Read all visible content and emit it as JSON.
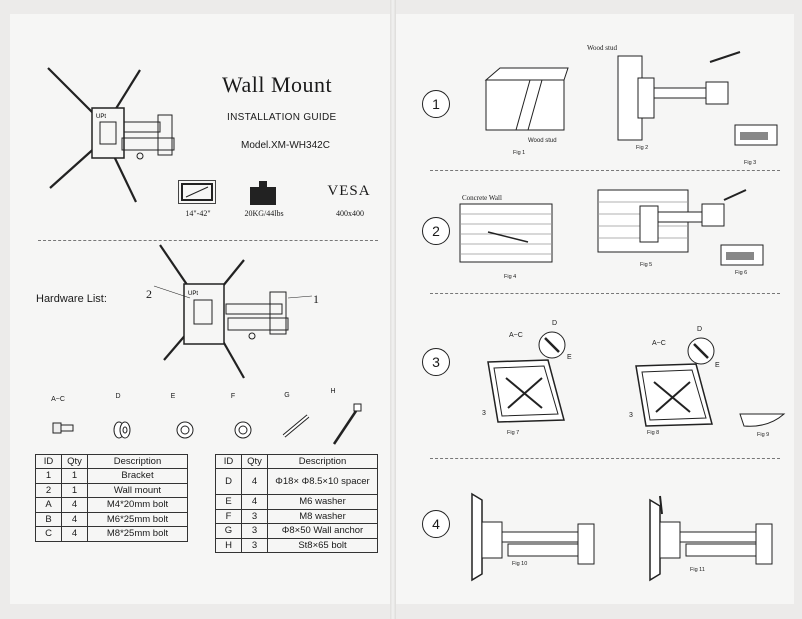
{
  "title": "Wall Mount",
  "subtitle": "INSTALLATION GUIDE",
  "model": "Model.XM-WH342C",
  "specs": [
    {
      "icon": "screen-size-icon",
      "caption": "14\"-42\""
    },
    {
      "icon": "weight-icon",
      "caption": "20KG/44lbs"
    },
    {
      "icon": "vesa-icon",
      "text": "VESA",
      "caption": "400x400"
    }
  ],
  "hardware_label": "Hardware List:",
  "callouts": {
    "bracket": "1",
    "wall_mount": "2"
  },
  "parts": [
    "A~C",
    "D",
    "E",
    "F",
    "G",
    "H"
  ],
  "table_left": {
    "headers": [
      "ID",
      "Qty",
      "Description"
    ],
    "rows": [
      [
        "1",
        "1",
        "Bracket"
      ],
      [
        "2",
        "1",
        "Wall mount"
      ],
      [
        "A",
        "4",
        "M4*20mm bolt"
      ],
      [
        "B",
        "4",
        "M6*25mm bolt"
      ],
      [
        "C",
        "4",
        "M8*25mm bolt"
      ]
    ]
  },
  "table_right": {
    "headers": [
      "ID",
      "Qty",
      "Description"
    ],
    "rows": [
      [
        "D",
        "4",
        "Φ18× Φ8.5×10 spacer"
      ],
      [
        "E",
        "4",
        "M6 washer"
      ],
      [
        "F",
        "3",
        "M8 washer"
      ],
      [
        "G",
        "3",
        "Φ8×50 Wall anchor"
      ],
      [
        "H",
        "3",
        "St8×65 bolt"
      ]
    ]
  },
  "steps": [
    "1",
    "2",
    "3",
    "4"
  ],
  "labels": {
    "wood_stud_top": "Wood stud",
    "wood_stud_bottom": "Wood stud",
    "concrete_wall": "Concrete Wall",
    "ac_1": "A~C",
    "d_1": "D",
    "e_1": "E",
    "three_1": "3",
    "ac_2": "A~C",
    "d_2": "D",
    "e_2": "E",
    "three_2": "3"
  },
  "figs": [
    "Fig 1",
    "Fig 2",
    "Fig 3",
    "Fig 4",
    "Fig 5",
    "Fig 6",
    "Fig 7",
    "Fig 8",
    "Fig 9",
    "Fig 10",
    "Fig 11"
  ]
}
